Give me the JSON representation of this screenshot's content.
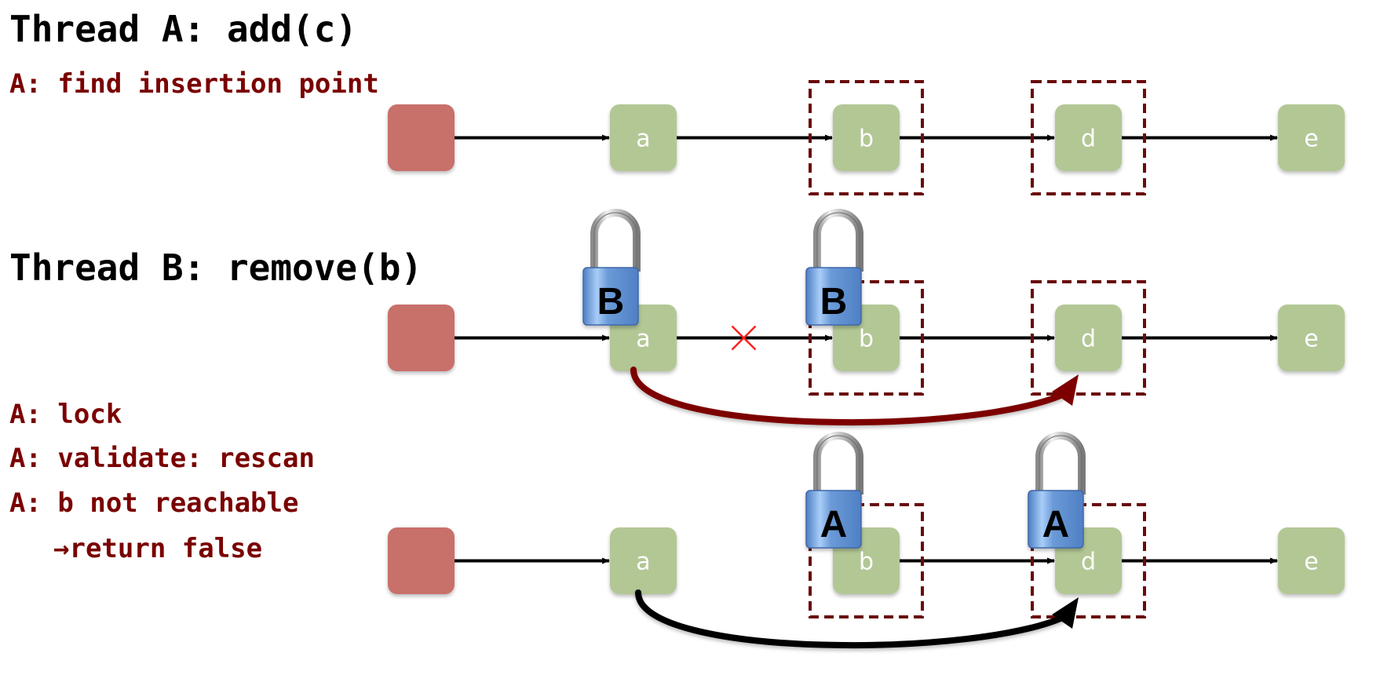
{
  "colors": {
    "head_node": "#c8706a",
    "node": "#b3c795",
    "node_text": "#ffffff",
    "arrow": "#000000",
    "dashed_box": "#6a0a0a",
    "step_text": "#7a0000",
    "removal_arrow_row2": "#7d0000",
    "rescan_arrow_row3": "#000000",
    "cross_mark": "#ff2020",
    "lock_body": "#6b9ad8"
  },
  "titles": {
    "thread_a": "Thread A: add(c)",
    "thread_b": "Thread B: remove(b)"
  },
  "steps": {
    "find": "A: find insertion point",
    "lock": "A: lock",
    "validate": "A: validate: rescan",
    "not_reachable": "A: b not reachable",
    "return_false": "→return false"
  },
  "rows": [
    {
      "name": "row-find",
      "nodes": [
        "",
        "a",
        "b",
        "d",
        "e"
      ],
      "dashed": [
        "b",
        "d"
      ],
      "locks": [],
      "cross_between": null,
      "bypass_arrow": null
    },
    {
      "name": "row-remove",
      "nodes": [
        "",
        "a",
        "b",
        "d",
        "e"
      ],
      "dashed": [
        "b",
        "d"
      ],
      "locks": [
        {
          "node": "a",
          "owner": "B"
        },
        {
          "node": "b",
          "owner": "B"
        }
      ],
      "cross_between": [
        "a",
        "b"
      ],
      "bypass_arrow": {
        "from": "a",
        "to": "d",
        "color_key": "removal_arrow_row2"
      }
    },
    {
      "name": "row-validate",
      "nodes": [
        "",
        "a",
        "b",
        "d",
        "e"
      ],
      "dashed": [
        "b",
        "d"
      ],
      "locks": [
        {
          "node": "b",
          "owner": "A"
        },
        {
          "node": "d",
          "owner": "A"
        }
      ],
      "cross_between": null,
      "bypass_arrow": {
        "from": "a",
        "to": "d",
        "color_key": "rescan_arrow_row3"
      },
      "missing_links": [
        [
          "a",
          "b"
        ]
      ]
    }
  ]
}
